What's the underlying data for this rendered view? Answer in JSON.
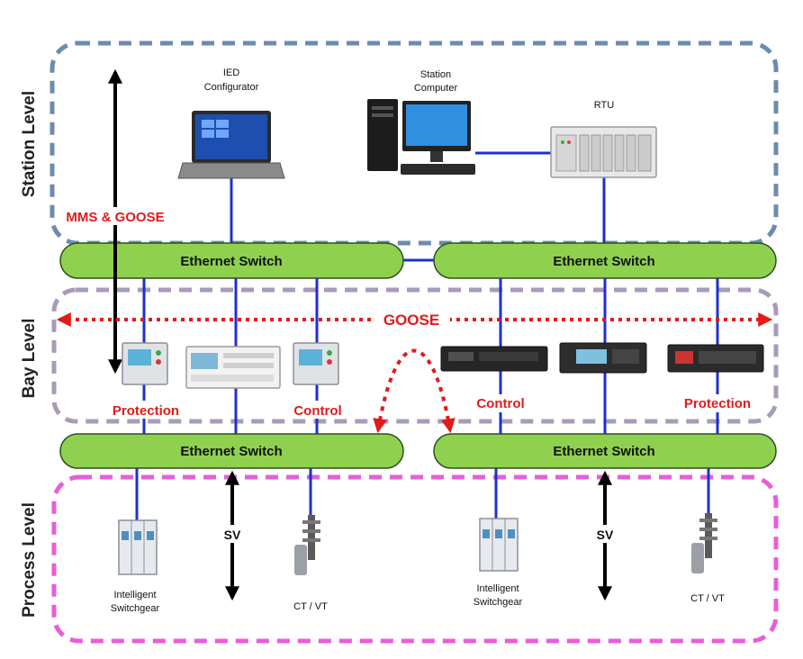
{
  "levels": {
    "station": "Station Level",
    "bay": "Bay Level",
    "process": "Process Level"
  },
  "station_devices": {
    "ied_configurator": [
      "IED",
      "Configurator"
    ],
    "station_computer": [
      "Station",
      "Computer"
    ],
    "rtu": "RTU"
  },
  "switches": {
    "top_left": "Ethernet Switch",
    "top_right": "Ethernet Switch",
    "bottom_left": "Ethernet Switch",
    "bottom_right": "Ethernet Switch"
  },
  "protocols": {
    "mms_goose": "MMS & GOOSE",
    "goose": "GOOSE",
    "sv_left": "SV",
    "sv_right": "SV"
  },
  "bay_labels": {
    "protection_left": "Protection",
    "control_left": "Control",
    "control_right": "Control",
    "protection_right": "Protection"
  },
  "process_labels": {
    "switchgear_left": [
      "Intelligent",
      "Switchgear"
    ],
    "ctvt_left": "CT / VT",
    "switchgear_right": [
      "Intelligent",
      "Switchgear"
    ],
    "ctvt_right": "CT / VT"
  },
  "colors": {
    "station_border": "#6b8cae",
    "bay_border": "#a99bb8",
    "process_border": "#e75fd6",
    "switch_fill": "#8fd14f",
    "link": "#1f2fd0",
    "accent": "#e01b1b"
  }
}
